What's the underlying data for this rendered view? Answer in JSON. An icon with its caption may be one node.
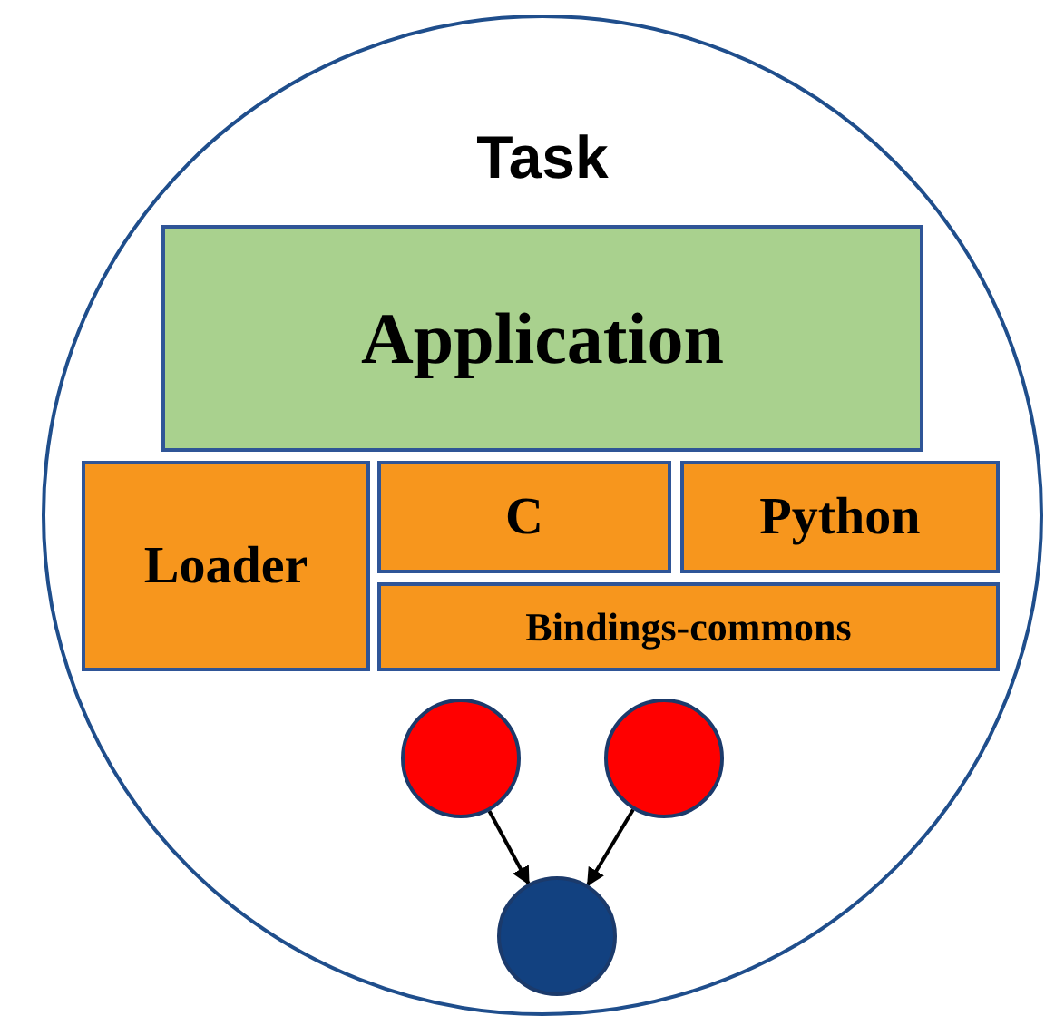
{
  "diagram": {
    "nodes": [
      {
        "text": [
          "Task"
        ]
      },
      {
        "text": [
          "Application"
        ],
        "in": 0
      },
      {
        "text": [
          "Loader"
        ],
        "in": 0
      },
      {
        "text": [
          "C"
        ],
        "in": 0
      },
      {
        "text": [
          "Python"
        ],
        "in": 0
      },
      {
        "text": [
          "Bindings-commons"
        ],
        "in": 0
      },
      {
        "text": [],
        "shape": "circle",
        "in": 0
      },
      {
        "text": [],
        "shape": "circle",
        "in": 0
      },
      {
        "text": [],
        "shape": "circle",
        "in": 0
      }
    ],
    "edges": [
      {
        "from": 6,
        "to": 8,
        "arrow": "to"
      },
      {
        "from": 7,
        "to": 8,
        "arrow": "to"
      }
    ]
  }
}
